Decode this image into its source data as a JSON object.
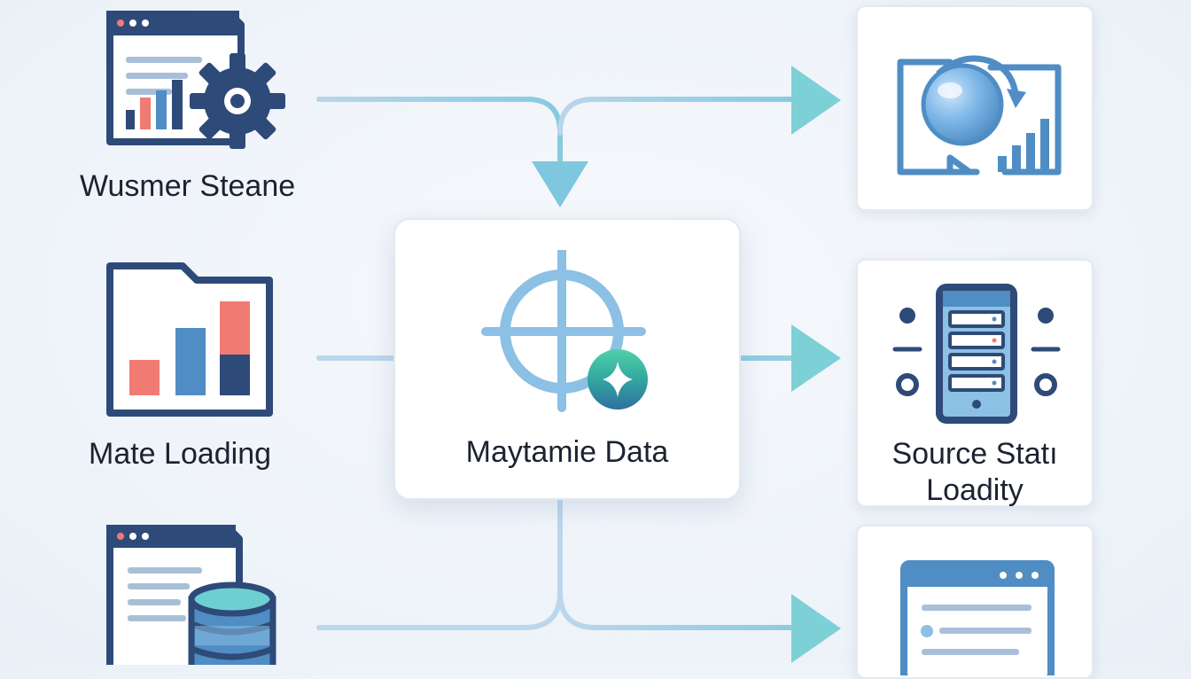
{
  "nodes": {
    "top_left": {
      "label": "Wusmer Steane",
      "icon": "dashboard-gear-icon"
    },
    "mid_left": {
      "label": "Mate Loading",
      "icon": "folder-bar-chart-icon"
    },
    "bottom_left": {
      "label": "",
      "icon": "window-database-icon"
    },
    "center": {
      "label": "Maytamie Data",
      "icon": "crosshair-sparkle-icon"
    },
    "top_right": {
      "label": "",
      "icon": "refresh-analytics-icon"
    },
    "mid_right": {
      "label_line1": "Source Statı",
      "label_line2": "Loadity",
      "icon": "server-rack-icon"
    },
    "bottom_right": {
      "label": "",
      "icon": "browser-window-icon"
    }
  },
  "colors": {
    "navy": "#2e4a78",
    "coral": "#ef7b73",
    "steel_blue": "#4f8dc4",
    "light_blue": "#8cc0e4",
    "teal": "#5fc9c9",
    "cyan": "#6ecfd2",
    "arrow": "#83c7de",
    "connector": "#b7d3ea",
    "text": "#1c2230"
  }
}
